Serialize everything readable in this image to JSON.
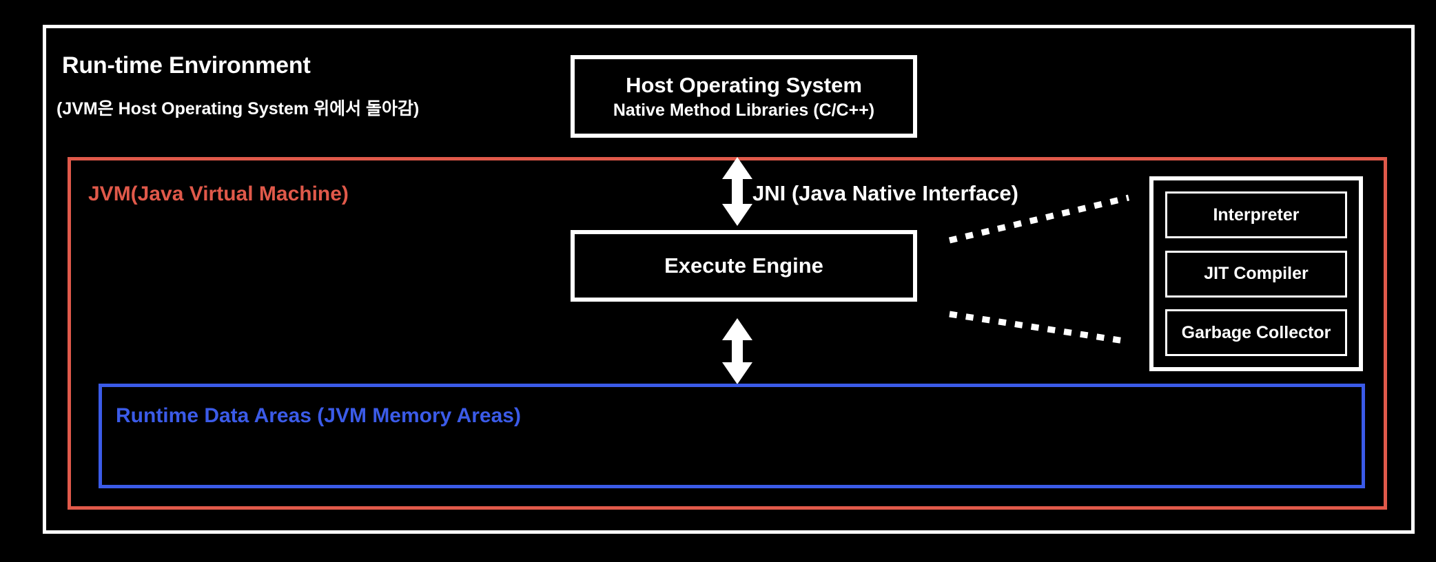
{
  "diagram": {
    "background_color": "#000000",
    "accent_colors": {
      "frame": "#ffffff",
      "jvm": "#e0594a",
      "runtime_data": "#3b5be8"
    },
    "runtime_environment": {
      "title": "Run-time Environment",
      "subtitle": "(JVM은 Host Operating System 위에서 돌아감)"
    },
    "host_os": {
      "title": "Host Operating System",
      "subtitle": "Native Method Libraries (C/C++)"
    },
    "jvm": {
      "title": "JVM(Java Virtual Machine)"
    },
    "jni": {
      "label": "JNI (Java Native Interface)"
    },
    "execute_engine": {
      "label": "Execute Engine"
    },
    "components": [
      {
        "label": "Interpreter"
      },
      {
        "label": "JIT Compiler"
      },
      {
        "label": "Garbage Collector"
      }
    ],
    "runtime_data_areas": {
      "label": "Runtime Data Areas (JVM Memory Areas)"
    },
    "arrows": [
      {
        "name": "host-os-to-execute-engine",
        "style": "double-headed-vertical"
      },
      {
        "name": "execute-engine-to-runtime-data",
        "style": "double-headed-vertical"
      }
    ],
    "connectors": [
      {
        "name": "execute-engine-to-components-upper",
        "style": "dotted"
      },
      {
        "name": "execute-engine-to-components-lower",
        "style": "dotted"
      }
    ]
  }
}
